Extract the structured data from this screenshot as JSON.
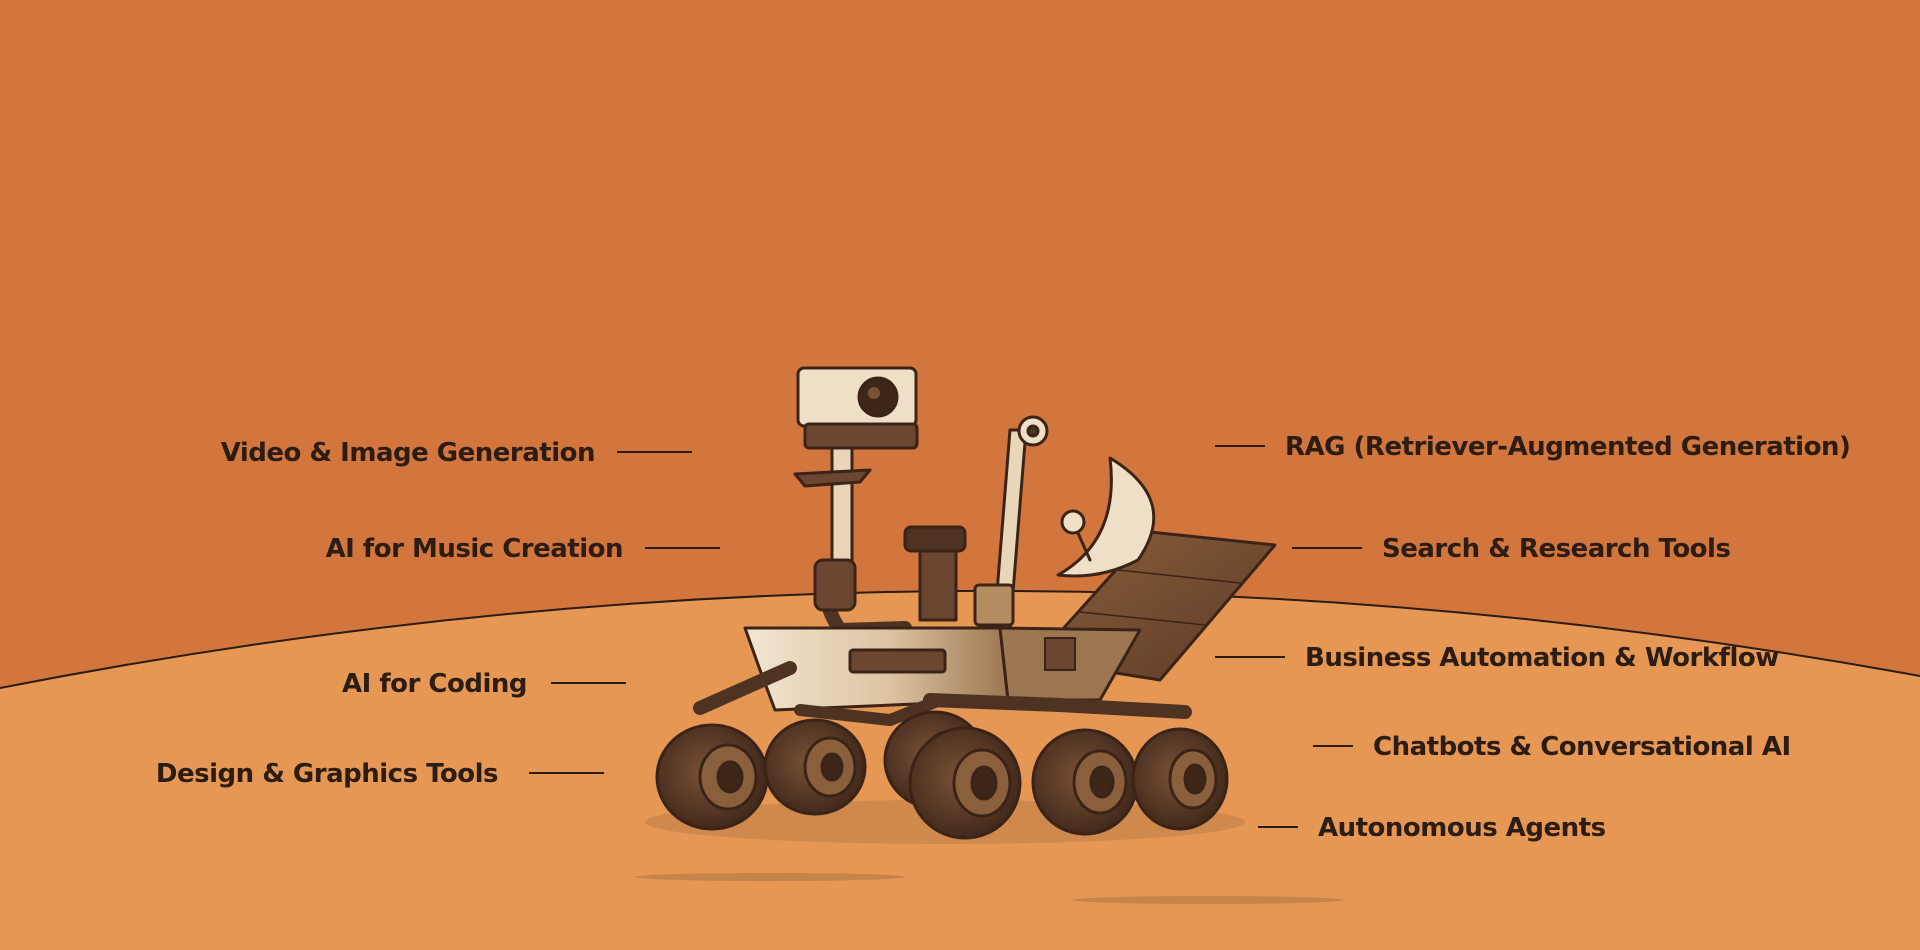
{
  "colors": {
    "sky": "#d3763d",
    "ground": "#e69753",
    "ink": "#2b1c14",
    "rover_light": "#efdfc7",
    "rover_mid": "#b48e62",
    "rover_dark": "#4e3323",
    "tire": "#553624"
  },
  "labels": {
    "left": [
      "Video & Image Generation",
      "AI for Music Creation",
      "AI for Coding",
      "Design & Graphics Tools"
    ],
    "right": [
      "RAG (Retriever-Augmented Generation)",
      "Search & Research Tools",
      "Business Automation & Workflow",
      "Chatbots & Conversational AI",
      "Autonomous Agents"
    ]
  },
  "illustration": {
    "subject": "rover-illustration"
  }
}
